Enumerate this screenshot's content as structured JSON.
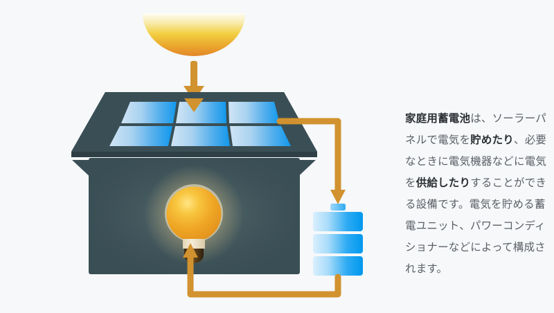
{
  "page": {
    "background_color": "#f6f8fa"
  },
  "illustration": {
    "name": "home-storage-battery-diagram",
    "colors": {
      "background": "#f6f8fa",
      "house_dark": "#3a4f55",
      "house_dark_shadow": "#2f4147",
      "arrow_orange": "#d1922f",
      "panel_cell_light": "#cfe7f8",
      "panel_cell_dark": "#189cf0",
      "battery_light": "#c7e7fb",
      "battery_dark": "#009bf0",
      "sun_top": "#fdfcf3",
      "sun_mid": "#f0c93a",
      "sun_bottom": "#e7882a",
      "bulb_body": "#eda422",
      "bulb_highlight": "#ffe07a",
      "bulb_band": "#efe3c8",
      "bulb_base": "#4a3217"
    },
    "parts": [
      {
        "name": "sun",
        "label": "sun"
      },
      {
        "name": "sun-to-panel-arrow",
        "label": "sunlight to solar panel"
      },
      {
        "name": "solar-panel",
        "label": "solar panel",
        "cells": 6,
        "rows": 2,
        "cols": 3
      },
      {
        "name": "house-body",
        "label": "house"
      },
      {
        "name": "light-bulb",
        "label": "light bulb"
      },
      {
        "name": "panel-to-battery-arrow",
        "label": "solar panel to battery"
      },
      {
        "name": "storage-battery",
        "label": "storage battery",
        "cells": 3
      },
      {
        "name": "battery-to-house-arrow",
        "label": "battery to house"
      }
    ]
  },
  "description": {
    "segments": [
      {
        "text": "家庭用蓄電池",
        "bold": true
      },
      {
        "text": "は、ソーラーパネルで電気を",
        "bold": false
      },
      {
        "text": "貯めたり",
        "bold": true
      },
      {
        "text": "、必要なときに電気機器などに電気を",
        "bold": false
      },
      {
        "text": "供給したり",
        "bold": true
      },
      {
        "text": "することができる設備です。電気を貯める蓄電ユニット、パワーコンディショナーなどによって構成されます。",
        "bold": false
      }
    ],
    "full_text": "家庭用蓄電池は、ソーラーパネルで電気を貯めたり、必要なときに電気機器などに電気を供給したりすることができる設備です。電気を貯める蓄電ユニット、パワーコンディショナーなどによって構成されます。"
  }
}
